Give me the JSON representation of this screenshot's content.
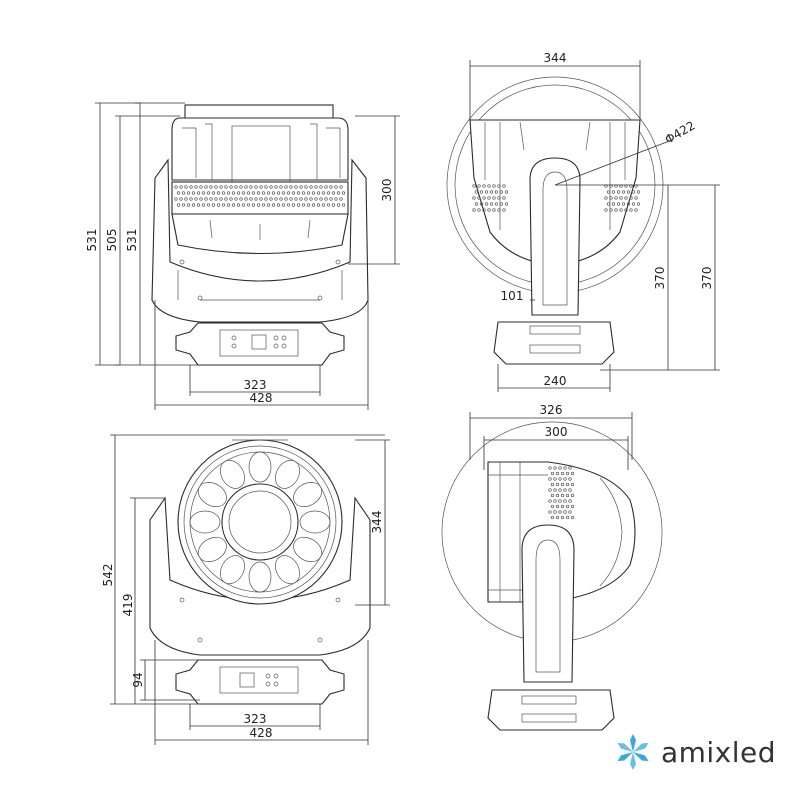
{
  "brand": {
    "name": "amixled",
    "logo_color": "#3aa7e0"
  },
  "views": {
    "front_top": {
      "dims": {
        "h_outer": "531",
        "h_mid": "505",
        "h_inner": "531",
        "head_h": "300",
        "base_w": "323",
        "total_w": "428"
      }
    },
    "side_top": {
      "dims": {
        "top_w": "344",
        "diameter": "Φ422",
        "yoke_w": "101",
        "h_left": "370",
        "h_right": "370",
        "base_w": "240"
      }
    },
    "front_bottom": {
      "dims": {
        "h_total": "542",
        "h_mid": "419",
        "head_h": "344",
        "base_h": "94",
        "base_w": "323",
        "total_w": "428"
      }
    },
    "side_bottom": {
      "dims": {
        "w_outer": "326",
        "w_inner": "300"
      }
    }
  }
}
